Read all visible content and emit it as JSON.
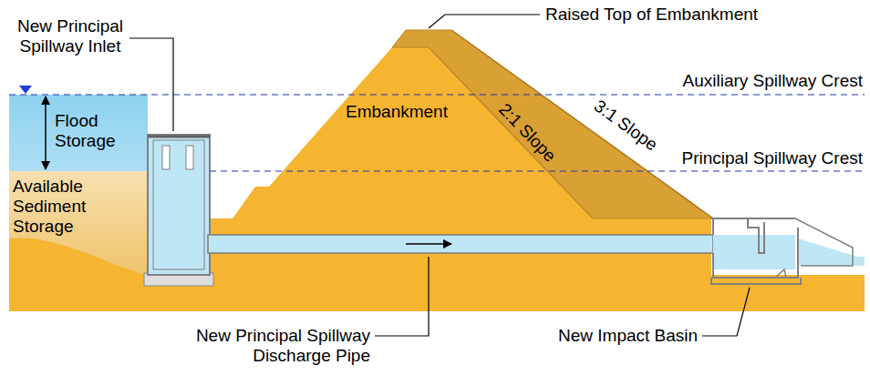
{
  "diagram": {
    "labels": [
      "Raised Top of Embankment",
      "New Principal Spillway Inlet",
      "Auxiliary Spillway Crest",
      "Flood Storage",
      "Embankment",
      "2:1 Slope",
      "3:1 Slope",
      "Available Sediment Storage",
      "Principal Spillway Crest",
      "New Principal Spillway Discharge Pipe",
      "New Impact Basin"
    ]
  }
}
